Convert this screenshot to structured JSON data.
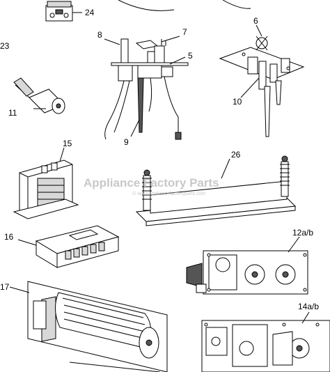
{
  "watermark": {
    "brand": "Appliance Factory Parts",
    "url": "© www.appliancefactoryparts.com"
  },
  "callouts": {
    "p24": "24",
    "p23": "23",
    "p8": "8",
    "p7": "7",
    "p6": "6",
    "p5": "5",
    "p10": "10",
    "p11": "11",
    "p9": "9",
    "p15": "15",
    "p26": "26",
    "p16": "16",
    "p12": "12a/b",
    "p17": "17",
    "p14": "14a/b"
  }
}
